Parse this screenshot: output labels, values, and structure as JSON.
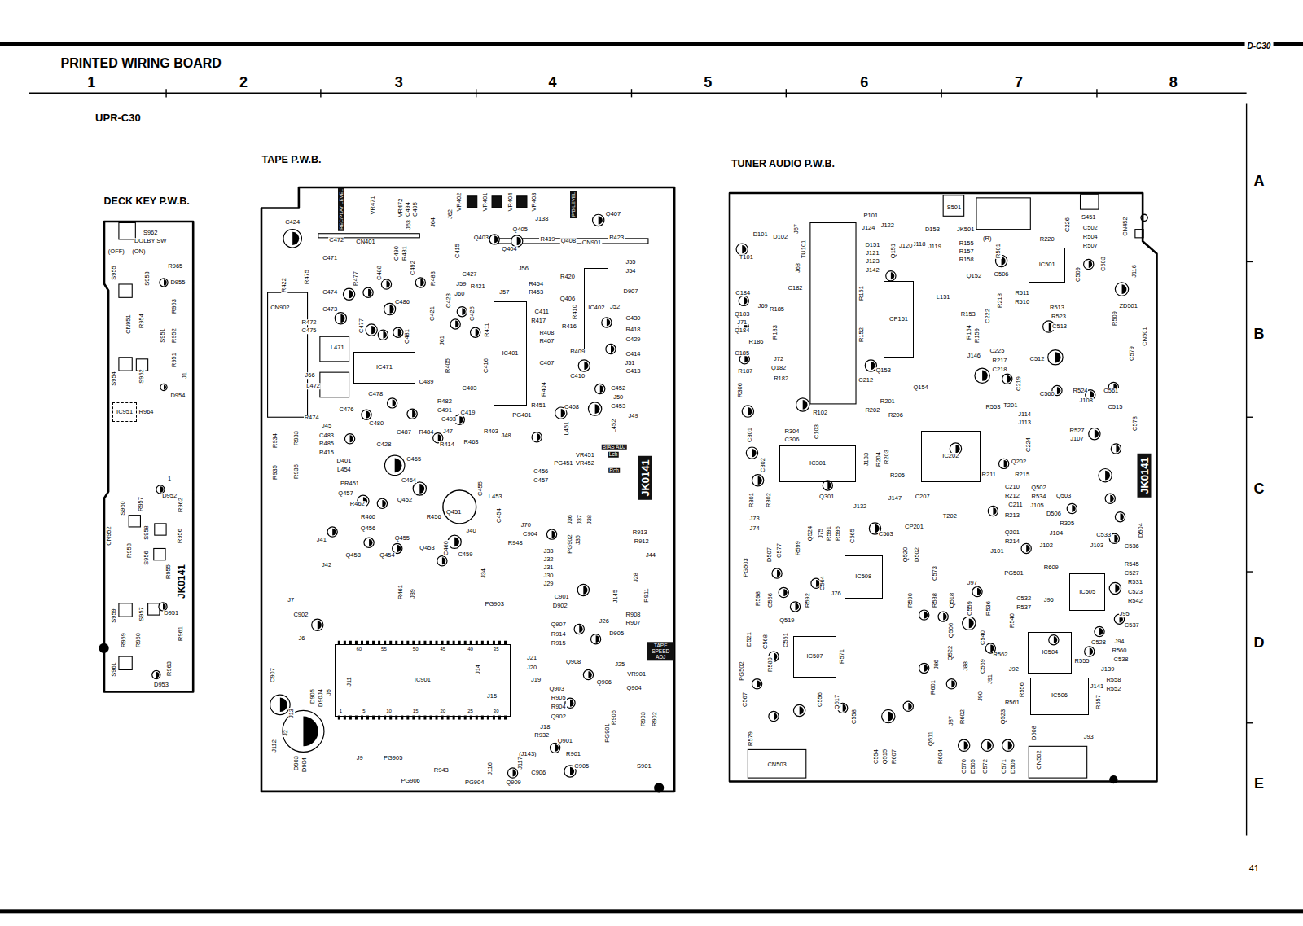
{
  "diagram": {
    "title": "PRINTED WIRING BOARD",
    "nodes": [
      {
        "text": [
          "DECK KEY P.W.B."
        ]
      },
      {
        "text": [
          "IC951"
        ],
        "in": 0
      },
      {
        "text": [
          "TAPE P.W.B."
        ]
      },
      {
        "text": [
          "IC471"
        ],
        "in": 2
      },
      {
        "text": [
          "IC401"
        ],
        "in": 2
      },
      {
        "text": [
          "IC402"
        ],
        "in": 2
      },
      {
        "text": [
          "IC901"
        ],
        "in": 2
      },
      {
        "text": [
          "TUNER AUDIO P.W.B."
        ]
      },
      {
        "text": [
          "CP151"
        ],
        "in": 7
      },
      {
        "text": [
          "IC501"
        ],
        "in": 7
      },
      {
        "text": [
          "IC301"
        ],
        "in": 7
      },
      {
        "text": [
          "IC202"
        ],
        "in": 7
      },
      {
        "text": [
          "IC508"
        ],
        "in": 7
      },
      {
        "text": [
          "IC507"
        ],
        "in": 7
      },
      {
        "text": [
          "IC505"
        ],
        "in": 7
      },
      {
        "text": [
          "IC504"
        ],
        "in": 7
      },
      {
        "text": [
          "IC506"
        ],
        "in": 7
      }
    ],
    "labels": [
      "D-C30",
      "UPR-C30",
      "1",
      "2",
      "3",
      "4",
      "5",
      "6",
      "7",
      "8",
      "A",
      "B",
      "C",
      "D",
      "E",
      "41",
      "S962",
      "DOLBY SW",
      "(OFF)",
      "(ON)",
      "R965",
      "D955",
      "S955",
      "S953",
      "R953",
      "CN951",
      "R954",
      "S951",
      "R952",
      "R951",
      "J1",
      "S954",
      "S952",
      "D954",
      "R964",
      "1",
      "D952",
      "S960",
      "R957",
      "CN952",
      "S958",
      "R962",
      "R956",
      "R958",
      "S956",
      "R955",
      "JK0141",
      "S959",
      "S957",
      "D951",
      "R959",
      "R960",
      "R961",
      "S961",
      "R963",
      "D953",
      "REC/PLAY LEVEL",
      "VR471",
      "VR472",
      "C494",
      "C495",
      "J63",
      "J64",
      "J62",
      "VR402",
      "VR401",
      "VR404",
      "VR403",
      "P/B LEVEL",
      "J138",
      "Q407",
      "C415",
      "Q403",
      "Q405",
      "Q404",
      "R419",
      "Q408",
      "CN901",
      "R423",
      "C424",
      "C472",
      "CN401",
      "C471",
      "R422",
      "R475",
      "R477",
      "C488",
      "C492",
      "R483",
      "R481",
      "C490",
      "C474",
      "C473",
      "R472",
      "C475",
      "CN902",
      "C486",
      "C477",
      "C481",
      "L471",
      "J66",
      "L472",
      "C478",
      "C489",
      "R482",
      "C491",
      "C493",
      "C476",
      "R474",
      "C480",
      "C487",
      "R484",
      "J47",
      "J45",
      "C483",
      "R485",
      "R415",
      "C428",
      "D401",
      "L454",
      "R934",
      "R933",
      "R935",
      "R936",
      "C465",
      "C464",
      "PR451",
      "Q457",
      "R462",
      "R460",
      "Q452",
      "Q456",
      "Q455",
      "Q453",
      "J41",
      "Q458",
      "Q454",
      "J42",
      "J7",
      "C902",
      "J6",
      "R461",
      "J39",
      "C907",
      "J13",
      "J2",
      "J112",
      "D905",
      "D906",
      "D903",
      "D904",
      "J9",
      "PG905",
      "PG906",
      "R943",
      "PG904",
      "Q909",
      "J116",
      "J117",
      "60",
      "55",
      "50",
      "45",
      "40",
      "35",
      "1",
      "5",
      "10",
      "15",
      "20",
      "25",
      "30",
      "J11",
      "J5",
      "J4",
      "J14",
      "J15",
      "J21",
      "J20",
      "J19",
      "Q903",
      "R905",
      "R904",
      "Q902",
      "J18",
      "R932",
      "Q901",
      "(J143)",
      "R901",
      "C906",
      "C905",
      "S901",
      "C901",
      "D902",
      "Q907",
      "R914",
      "R915",
      "J26",
      "D905",
      "Q908",
      "J25",
      "VR901",
      "Q904",
      "Q906",
      "PG902",
      "PG901",
      "R913",
      "R912",
      "J44",
      "J28",
      "J145",
      "R911",
      "R908",
      "R907",
      "R906",
      "R903",
      "R902",
      "J70",
      "C904",
      "R948",
      "J33",
      "J32",
      "J31",
      "J30",
      "J29",
      "J34",
      "J35",
      "J36",
      "J37",
      "J38",
      "PG903",
      "C459",
      "Q451",
      "J40",
      "R456",
      "C460",
      "L453",
      "C455",
      "C454",
      "C456",
      "C457",
      "PG451",
      "VR451",
      "VR452",
      "BIAS ADJ",
      "Lch",
      "Rch",
      "JK0141",
      "R414",
      "R463",
      "J48",
      "R403",
      "PG401",
      "R451",
      "L451",
      "L452",
      "C408",
      "C452",
      "J50",
      "C453",
      "J49",
      "C419",
      "C403",
      "C427",
      "J59",
      "R421",
      "J56",
      "R454",
      "R453",
      "J57",
      "C421",
      "J60",
      "C423",
      "C425",
      "R411",
      "J61",
      "C411",
      "R417",
      "R408",
      "R407",
      "C407",
      "R405",
      "C416",
      "C410",
      "R409",
      "R404",
      "J55",
      "J54",
      "D907",
      "J52",
      "C430",
      "R418",
      "C429",
      "C414",
      "J51",
      "C413",
      "R420",
      "Q406",
      "R410",
      "R416",
      "TAPE SPEED ADJ",
      "D101",
      "D102",
      "T101",
      "J67",
      "TU101",
      "J68",
      "P101",
      "J124",
      "J122",
      "D153",
      "S501",
      "JK501",
      "(R)",
      "R155",
      "R157",
      "R158",
      "J118",
      "J119",
      "D151",
      "J121",
      "J123",
      "J142",
      "Q151",
      "J120",
      "R501",
      "R220",
      "S451",
      "C502",
      "R504",
      "R507",
      "CN452",
      "C226",
      "C503",
      "J69",
      "C184",
      "R185",
      "Q183",
      "J71",
      "Q184",
      "R186",
      "C185",
      "R183",
      "C182",
      "J72",
      "Q182",
      "R187",
      "R182",
      "R306",
      "R102",
      "C103",
      "R151",
      "R152",
      "Q152",
      "Q153",
      "Q154",
      "C212",
      "R202",
      "R201",
      "R206",
      "L151",
      "R153",
      "R154",
      "R159",
      "C222",
      "R218",
      "R511",
      "R510",
      "C506",
      "C509",
      "R523",
      "C513",
      "R513",
      "C512",
      "C225",
      "R217",
      "C218",
      "C219",
      "T201",
      "J146",
      "J114",
      "J113",
      "C560",
      "R524",
      "C561",
      "C515",
      "R509",
      "J116",
      "ZD501",
      "CN501",
      "C579",
      "J108",
      "R527",
      "J107",
      "C578",
      "R553",
      "R304",
      "C306",
      "C301",
      "C302",
      "R301",
      "R302",
      "Q301",
      "J133",
      "J132",
      "R205",
      "R203",
      "R204",
      "C207",
      "T202",
      "J147",
      "C224",
      "Q202",
      "R215",
      "R211",
      "C210",
      "R212",
      "C211",
      "R213",
      "Q201",
      "R214",
      "J101",
      "R534",
      "J105",
      "Q502",
      "Q503",
      "D506",
      "R305",
      "J104",
      "CP201",
      "J102",
      "J103",
      "C536",
      "C533",
      "R545",
      "C527",
      "R531",
      "C523",
      "R542",
      "J95",
      "C537",
      "J94",
      "R560",
      "C538",
      "J139",
      "R558",
      "R552",
      "R557",
      "J93",
      "D504",
      "JK0141",
      "J73",
      "J74",
      "D507",
      "C577",
      "PG503",
      "R599",
      "Q524",
      "J75",
      "R591",
      "R595",
      "C565",
      "C563",
      "Q520",
      "D502",
      "R598",
      "C566",
      "Q519",
      "R592",
      "C564",
      "J76",
      "R590",
      "R588",
      "C573",
      "Q518",
      "C559",
      "J97",
      "R536",
      "PG501",
      "C532",
      "R537",
      "D521",
      "C568",
      "C551",
      "R571",
      "PG502",
      "R589",
      "C567",
      "C556",
      "Q517",
      "C558",
      "R579",
      "CN503",
      "C554",
      "Q515",
      "R607",
      "Q511",
      "R604",
      "C570",
      "D505",
      "C572",
      "C571",
      "D509",
      "CN502",
      "D508",
      "Q523",
      "J91",
      "J90",
      "R602",
      "J87",
      "J88",
      "C569",
      "R601",
      "J86",
      "Q522",
      "Q506",
      "R562",
      "J92",
      "J141",
      "R556",
      "R561",
      "R540",
      "C528",
      "R555",
      "R609",
      "J96",
      "C540"
    ]
  }
}
